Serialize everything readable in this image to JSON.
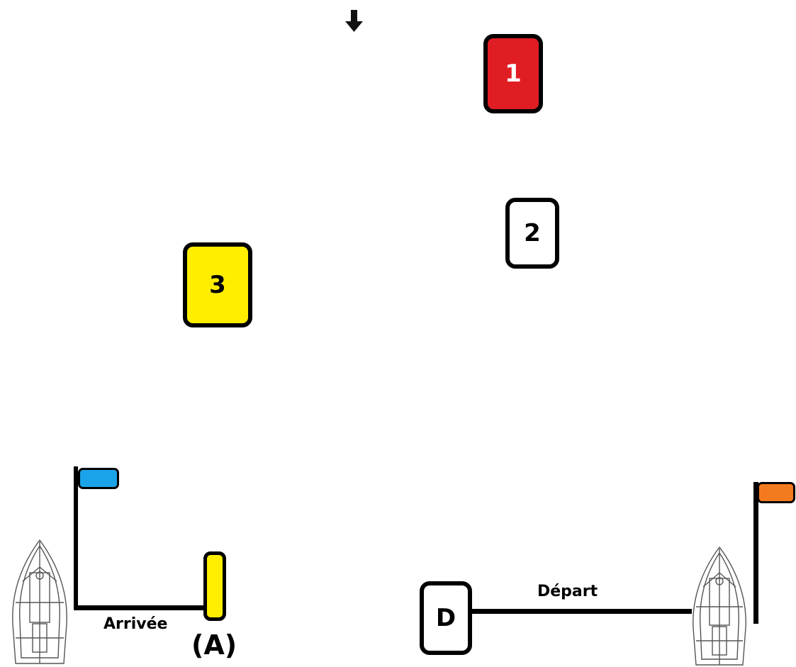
{
  "wind_indicator": {
    "icon": "down-arrow-icon",
    "color": "#111111"
  },
  "marks": [
    {
      "id": "1",
      "label": "1",
      "fill": "#e11d24",
      "text_color": "#ffffff"
    },
    {
      "id": "2",
      "label": "2",
      "fill": "#ffffff",
      "text_color": "#000000"
    },
    {
      "id": "3",
      "label": "3",
      "fill": "#ffee00",
      "text_color": "#000000"
    },
    {
      "id": "D",
      "label": "D",
      "fill": "#ffffff",
      "text_color": "#000000"
    },
    {
      "id": "A",
      "label": "(A)",
      "fill": "#ffee00",
      "text_color": "#000000"
    }
  ],
  "finish": {
    "label": "Arrivée",
    "flag_color": "#1aa3e8"
  },
  "start": {
    "label": "Départ",
    "flag_color": "#f47a20"
  },
  "committee_boats": [
    {
      "icon": "sailboat-topview-icon",
      "side": "finish"
    },
    {
      "icon": "sailboat-topview-icon",
      "side": "start"
    }
  ]
}
